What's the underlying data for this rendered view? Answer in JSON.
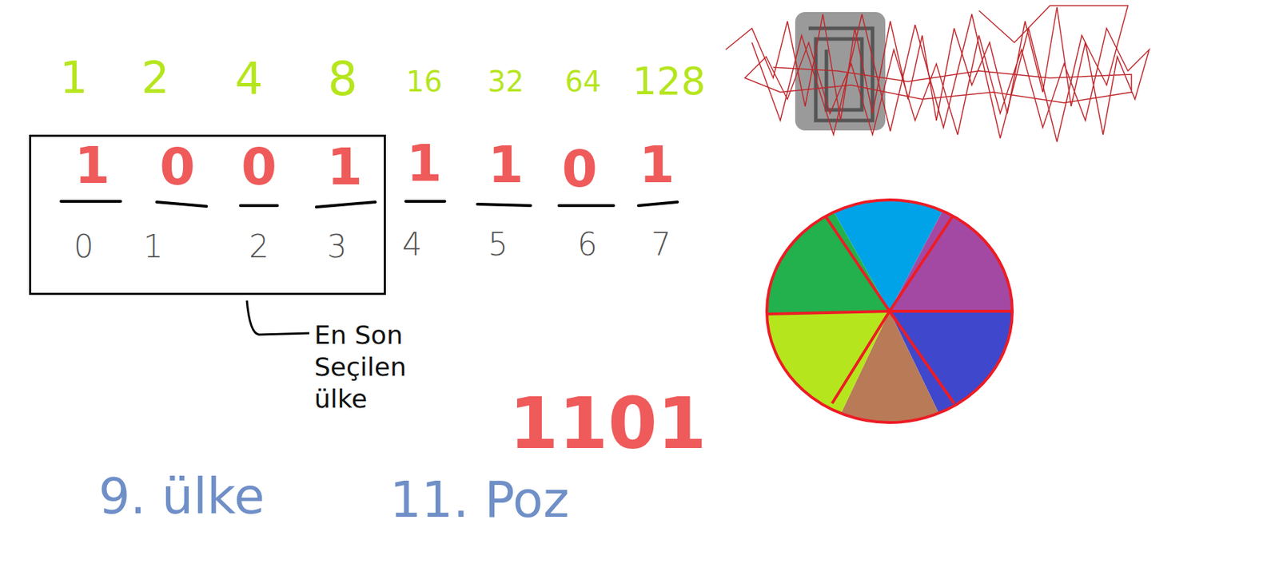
{
  "diagram": {
    "nodes": [
      {
        "text": [
          "1",
          "0",
          "0",
          "1",
          "0",
          "1",
          "2",
          "3"
        ]
      }
    ],
    "labels": [
      "1",
      "2",
      "4",
      "8",
      "16",
      "32",
      "64",
      "128",
      "1",
      "1",
      "0",
      "1",
      "4",
      "5",
      "6",
      "7",
      "En Son Seçilen ülke",
      "1101",
      "9. ülke",
      "11. Poz"
    ]
  }
}
